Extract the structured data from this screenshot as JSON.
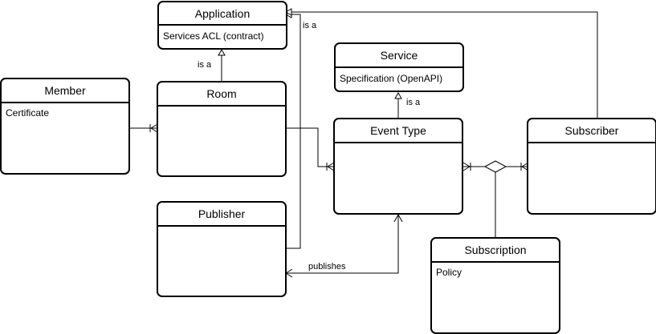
{
  "entities": {
    "application": {
      "title": "Application",
      "attributes": [
        "Services ACL (contract)"
      ]
    },
    "service": {
      "title": "Service",
      "attributes": [
        "Specification (OpenAPI)"
      ]
    },
    "member": {
      "title": "Member",
      "attributes": [
        "Certificate"
      ]
    },
    "room": {
      "title": "Room",
      "attributes": []
    },
    "event_type": {
      "title": "Event Type",
      "attributes": []
    },
    "subscriber": {
      "title": "Subscriber",
      "attributes": []
    },
    "publisher": {
      "title": "Publisher",
      "attributes": []
    },
    "subscription": {
      "title": "Subscription",
      "attributes": [
        "Policy"
      ]
    }
  },
  "relations": {
    "room_is_a": "is a",
    "publisher_is_a": "is a",
    "event_type_is_a": "is a",
    "publishes": "publishes"
  }
}
